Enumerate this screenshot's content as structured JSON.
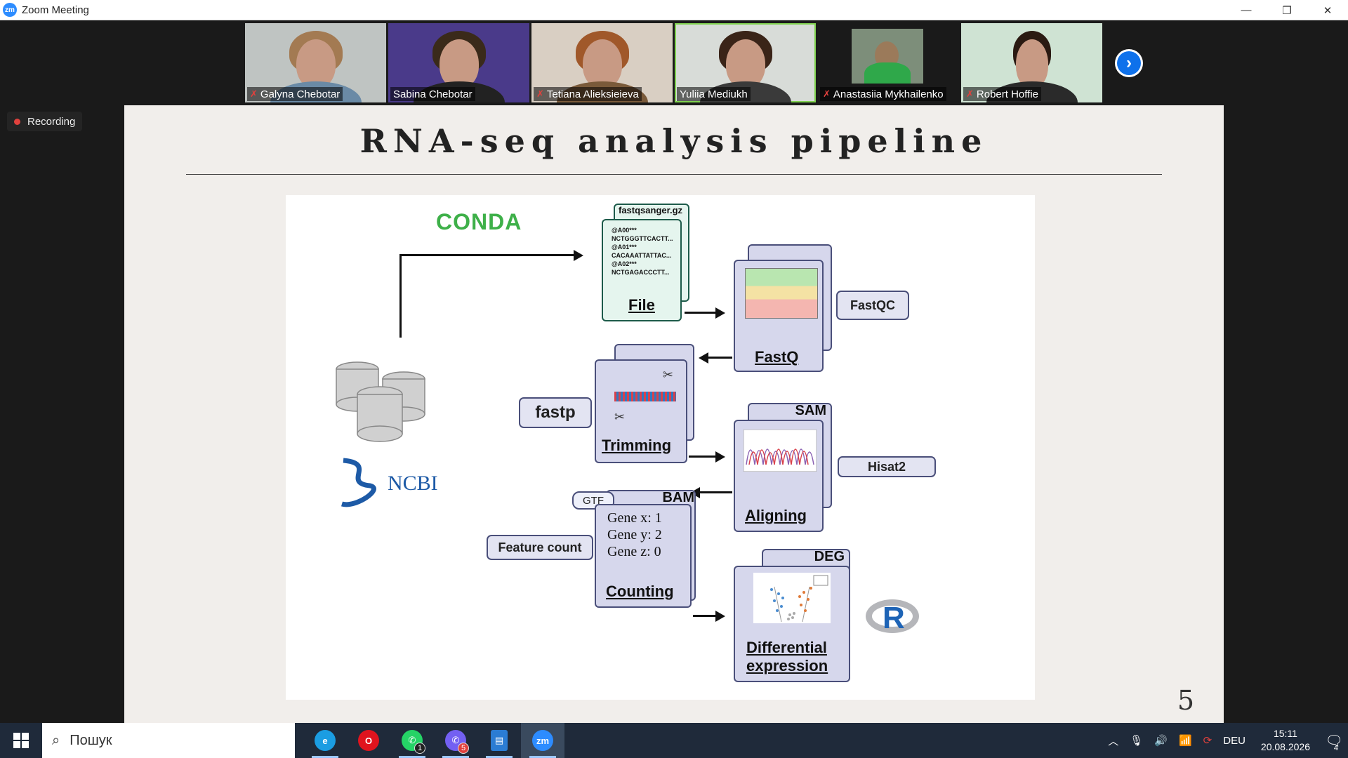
{
  "window": {
    "title": "Zoom Meeting",
    "logo_text": "zm",
    "minimize": "—",
    "restore": "❐",
    "close": "✕"
  },
  "participants": [
    {
      "name": "Galyna Chebotar",
      "muted": true
    },
    {
      "name": "Sabina Chebotar",
      "muted": false
    },
    {
      "name": "Tetiana Alieksieieva",
      "muted": true
    },
    {
      "name": "Yuliia Mediukh",
      "muted": false,
      "active": true
    },
    {
      "name": "Anastasiia Mykhailenko",
      "muted": true
    },
    {
      "name": "Robert Hoffie",
      "muted": true
    }
  ],
  "next_icon": "›",
  "recording": {
    "label": "Recording"
  },
  "slide": {
    "title": "RNA-seq analysis pipeline",
    "page_number": "5",
    "conda_logo": "CONDA",
    "ncbi_logo": "NCBI",
    "file_card": {
      "header": "fastqsanger.gz",
      "lines": [
        "@A00***",
        "NCTGGGTTCACTT...",
        "@A01***",
        "CACAAATTATTAC...",
        "@A02***",
        "NCTGAGACCCTT..."
      ],
      "label": "File"
    },
    "fastq_card": {
      "label": "FastQ"
    },
    "trimming_card": {
      "label": "Trimming"
    },
    "aligning_card": {
      "label": "Aligning",
      "badge": "SAM"
    },
    "counting_card": {
      "label": "Counting",
      "badge": "BAM",
      "gtf": "GTF",
      "genes": [
        "Gene x: 1",
        "Gene y: 2",
        "Gene z: 0"
      ]
    },
    "diff_card": {
      "label1": "Differential",
      "label2": "expression",
      "badge": "DEG"
    },
    "tools": {
      "fastqc": "FastQC",
      "fastp": "fastp",
      "hisat2": "Hisat2",
      "feature_count": "Feature count"
    },
    "r_logo": "R"
  },
  "taskbar": {
    "search_placeholder": "Пошук",
    "apps": [
      {
        "name": "edge",
        "color": "#1b9de2",
        "badge": ""
      },
      {
        "name": "opera",
        "color": "#e0141e",
        "badge": ""
      },
      {
        "name": "whatsapp",
        "color": "#25d366",
        "badge": "1"
      },
      {
        "name": "viber",
        "color": "#7360f2",
        "badge": "5"
      },
      {
        "name": "files",
        "color": "#2b7cd3",
        "badge": ""
      },
      {
        "name": "zoom",
        "color": "#2d8cff",
        "badge": ""
      }
    ],
    "language": "DEU",
    "time": "15:11",
    "date": "20.08.2026",
    "notifications": "4"
  }
}
